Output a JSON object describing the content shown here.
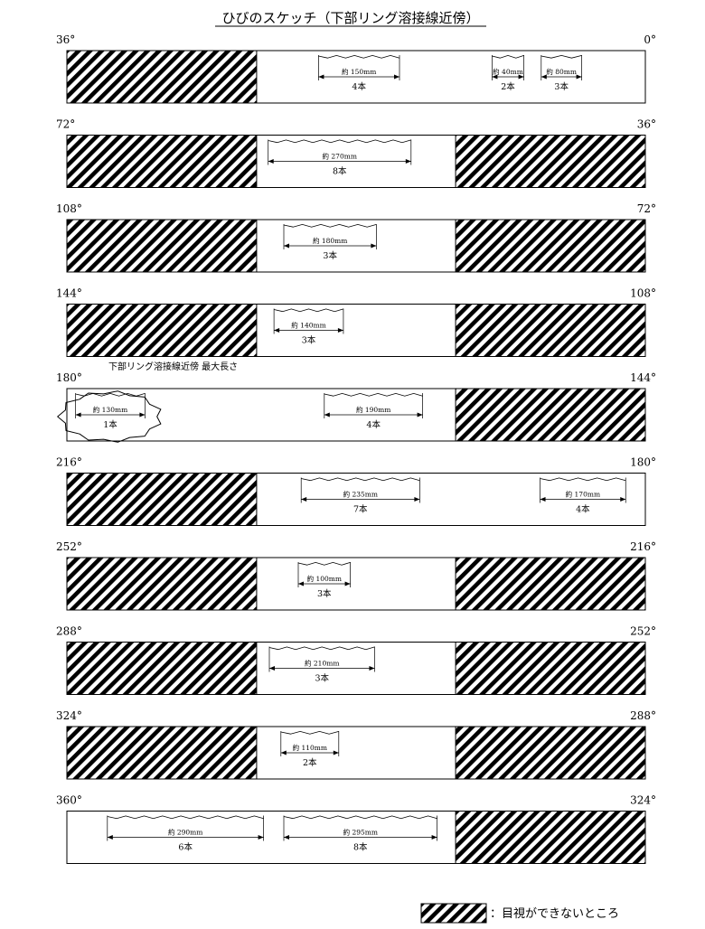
{
  "title": "ひびのスケッチ（下部リング溶接線近傍）",
  "legend": {
    "label": "：目視ができないところ"
  },
  "max_length_note": "下部リング溶接線近傍 最大長さ",
  "rows": [
    {
      "left_angle": "36°",
      "right_angle": "0°",
      "hatched": [
        [
          0,
          0.328
        ]
      ],
      "cracks": [
        {
          "start": 0.435,
          "end": 0.575,
          "length": "約 150mm",
          "count": "4本"
        },
        {
          "start": 0.735,
          "end": 0.79,
          "length": "約 40mm",
          "count": "2本"
        },
        {
          "start": 0.82,
          "end": 0.89,
          "length": "約 80mm",
          "count": "3本"
        }
      ]
    },
    {
      "left_angle": "72°",
      "right_angle": "36°",
      "hatched": [
        [
          0,
          0.328
        ],
        [
          0.672,
          1
        ]
      ],
      "cracks": [
        {
          "start": 0.348,
          "end": 0.595,
          "length": "約 270mm",
          "count": "8本"
        }
      ]
    },
    {
      "left_angle": "108°",
      "right_angle": "72°",
      "hatched": [
        [
          0,
          0.328
        ],
        [
          0.672,
          1
        ]
      ],
      "cracks": [
        {
          "start": 0.375,
          "end": 0.535,
          "length": "約 180mm",
          "count": "3本"
        }
      ]
    },
    {
      "left_angle": "144°",
      "right_angle": "108°",
      "hatched": [
        [
          0,
          0.328
        ],
        [
          0.672,
          1
        ]
      ],
      "cracks": [
        {
          "start": 0.358,
          "end": 0.478,
          "length": "約 140mm",
          "count": "3本"
        }
      ]
    },
    {
      "left_angle": "180°",
      "right_angle": "144°",
      "hatched": [
        [
          0.672,
          1
        ]
      ],
      "highlight": true,
      "cracks": [
        {
          "start": 0.015,
          "end": 0.135,
          "length": "約 130mm",
          "count": "1本",
          "circled": true
        },
        {
          "start": 0.445,
          "end": 0.615,
          "length": "約 190mm",
          "count": "4本"
        }
      ]
    },
    {
      "left_angle": "216°",
      "right_angle": "180°",
      "hatched": [
        [
          0,
          0.328
        ]
      ],
      "cracks": [
        {
          "start": 0.405,
          "end": 0.61,
          "length": "約 235mm",
          "count": "7本"
        },
        {
          "start": 0.818,
          "end": 0.966,
          "length": "約 170mm",
          "count": "4本"
        }
      ]
    },
    {
      "left_angle": "252°",
      "right_angle": "216°",
      "hatched": [
        [
          0,
          0.328
        ],
        [
          0.672,
          1
        ]
      ],
      "cracks": [
        {
          "start": 0.4,
          "end": 0.49,
          "length": "約 100mm",
          "count": "3本"
        }
      ]
    },
    {
      "left_angle": "288°",
      "right_angle": "252°",
      "hatched": [
        [
          0,
          0.328
        ],
        [
          0.672,
          1
        ]
      ],
      "cracks": [
        {
          "start": 0.35,
          "end": 0.532,
          "length": "約 210mm",
          "count": "3本"
        }
      ]
    },
    {
      "left_angle": "324°",
      "right_angle": "288°",
      "hatched": [
        [
          0,
          0.328
        ],
        [
          0.672,
          1
        ]
      ],
      "cracks": [
        {
          "start": 0.37,
          "end": 0.47,
          "length": "約 110mm",
          "count": "2本"
        }
      ]
    },
    {
      "left_angle": "360°",
      "right_angle": "324°",
      "hatched": [
        [
          0.672,
          1
        ]
      ],
      "cracks": [
        {
          "start": 0.07,
          "end": 0.34,
          "length": "約 290mm",
          "count": "6本"
        },
        {
          "start": 0.375,
          "end": 0.64,
          "length": "約 295mm",
          "count": "8本"
        }
      ]
    }
  ]
}
